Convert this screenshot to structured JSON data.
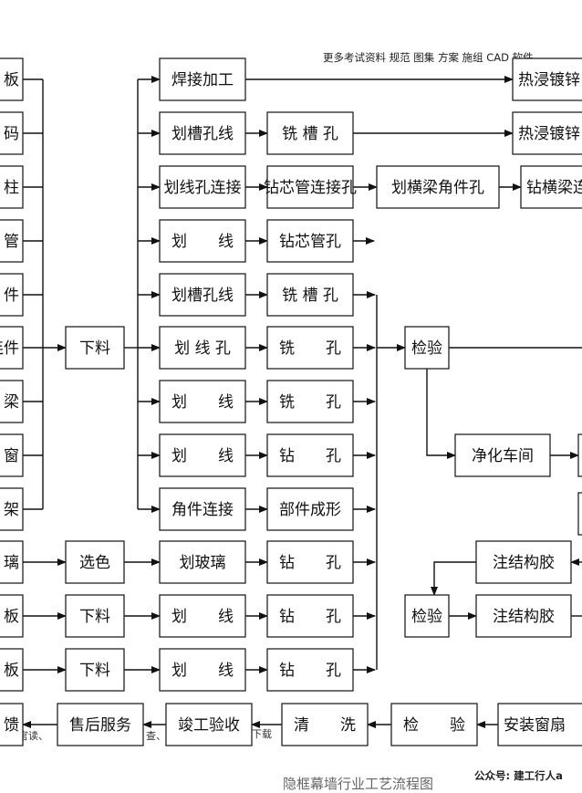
{
  "header": {
    "note": "更多考试资料 规范 图集 方案 施组 CAD 软件"
  },
  "footer": {
    "note": "公众号: 建工行人a",
    "faint_title": "隐框幕墙行业工艺流程图"
  },
  "fragments": [
    "官读、",
    "查、",
    "下载"
  ],
  "left_column": [
    "板",
    "码",
    "柱",
    "管",
    "件",
    "连件",
    "梁",
    "窗",
    "架",
    "璃",
    "板",
    "板",
    "馈"
  ],
  "nodes": {
    "xialiao_main": "下料",
    "hanjie": "焊接加工",
    "rejin1": "热浸镀锌",
    "rejin2": "热浸镀锌",
    "hua_caokong_1": "划槽孔线",
    "xi_caokong_1": "铣 槽 孔",
    "hua_xiankong_lianjie": "划线孔连接",
    "zuan_xinguan_lianjie": "钻芯管连接孔",
    "hua_hengliang": "划横梁角件孔",
    "zuan_hengliang": "钻横梁连接孔",
    "hua_xian_1": "划　　线",
    "zuan_xinguan": "钻芯管孔",
    "hua_caokong_2": "划槽孔线",
    "xi_caokong_2": "铣 槽 孔",
    "hua_xiankong": "划 线 孔",
    "xi_kong_1": "铣　　孔",
    "hua_xian_2": "划　　线",
    "xi_kong_2": "铣　　孔",
    "hua_xian_3": "划　　线",
    "zuan_kong_1": "钻　　孔",
    "jiaojian": "角件连接",
    "bujian": "部件成形",
    "jianyan_1": "检验",
    "jinghua": "净化车间",
    "xuanse": "选色",
    "hua_boli": "划玻璃",
    "zuan_kong_2": "钻　　孔",
    "xialiao_2": "下料",
    "hua_xian_4": "划　　线",
    "zuan_kong_3": "钻　　孔",
    "xialiao_3": "下料",
    "hua_xian_5": "划　　线",
    "zuan_kong_4": "钻　　孔",
    "zhu_jiegou_1": "注结构胶",
    "jianyan_2": "检验",
    "zhu_jiegou_2": "注结构胶",
    "shouhou": "售后服务",
    "jungong": "竣工验收",
    "qingxi": "清　　洗",
    "jianyan_3": "检　　验",
    "anzhuang": "安装窗扇"
  }
}
